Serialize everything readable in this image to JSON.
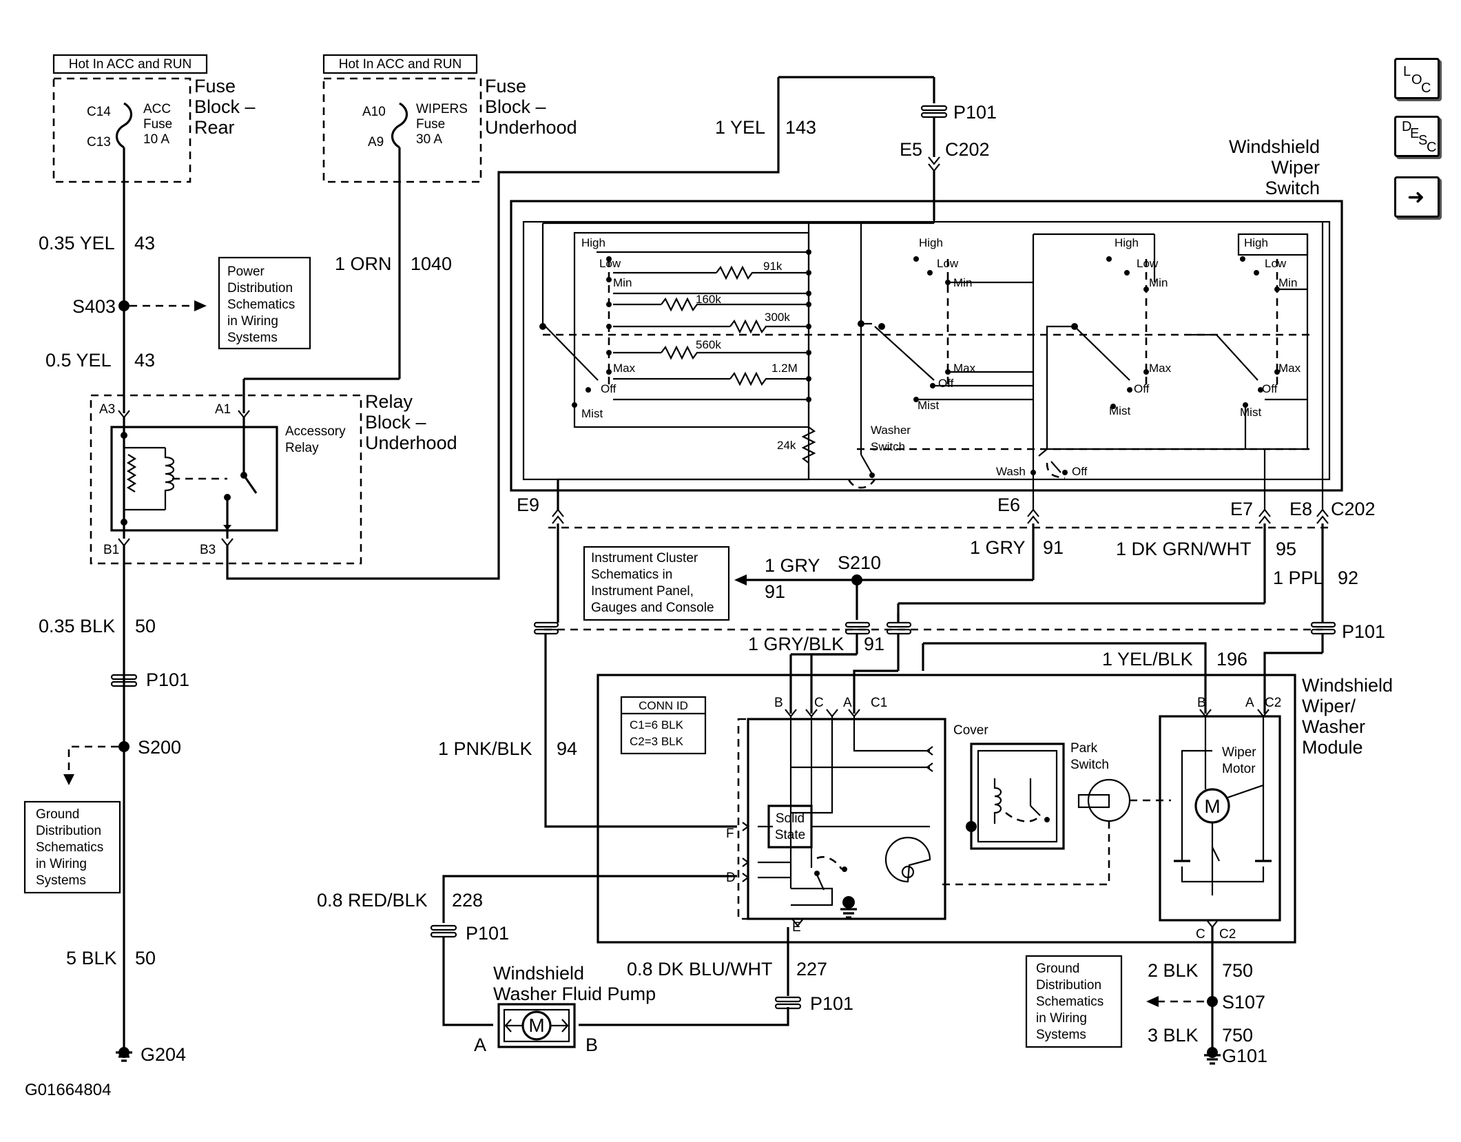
{
  "fuse_rear": {
    "hot_label": "Hot In ACC and RUN",
    "pin_top": "C14",
    "pin_bottom": "C13",
    "fuse_name": "ACC",
    "fuse_word": "Fuse",
    "fuse_amp": "10 A",
    "block_line1": "Fuse",
    "block_line2": "Block –",
    "block_line3": "Rear"
  },
  "fuse_underhood": {
    "hot_label": "Hot In ACC and RUN",
    "pin_top": "A10",
    "pin_bottom": "A9",
    "fuse_name": "WIPERS",
    "fuse_word": "Fuse",
    "fuse_amp": "30 A",
    "block_line1": "Fuse",
    "block_line2": "Block –",
    "block_line3": "Underhood"
  },
  "wires": {
    "yel_035": "0.35 YEL",
    "c43a": "43",
    "yel_05": "0.5 YEL",
    "c43b": "43",
    "orn": "1 ORN",
    "c1040": "1040",
    "yel_1": "1 YEL",
    "c143": "143",
    "blk_035": "0.35 BLK",
    "c50a": "50",
    "blk_5": "5 BLK",
    "c50b": "50",
    "gry_91_top": "1 GRY",
    "c91_top": "91",
    "dkgrn": "1 DK GRN/WHT",
    "c95": "95",
    "ppl": "1 PPL",
    "c92": "92",
    "gry_s210": "1 GRY",
    "c91_s210": "91",
    "gryblk": "1 GRY/BLK",
    "c91_gb": "91",
    "yelblk": "1 YEL/BLK",
    "c196": "196",
    "pnkblk": "1 PNK/BLK",
    "c94": "94",
    "redblk": "0.8 RED/BLK",
    "c228": "228",
    "dkblu": "0.8 DK BLU/WHT",
    "c227": "227",
    "blk_2": "2 BLK",
    "c750a": "750",
    "blk_3": "3 BLK",
    "c750b": "750"
  },
  "splices": {
    "s403": "S403",
    "s200": "S200",
    "s210": "S210",
    "s107": "S107"
  },
  "grounds": {
    "g204": "G204",
    "g101": "G101"
  },
  "connectors": {
    "p101": "P101",
    "e5": "E5",
    "c202": "C202",
    "e9": "E9",
    "e6": "E6",
    "e7": "E7",
    "e8": "E8",
    "c2": "C2",
    "c1": "C1"
  },
  "power_ref": {
    "l1": "Power",
    "l2": "Distribution",
    "l3": "Schematics",
    "l4": "in Wiring",
    "l5": "Systems"
  },
  "ground_ref": {
    "l1": "Ground",
    "l2": "Distribution",
    "l3": "Schematics",
    "l4": "in Wiring",
    "l5": "Systems"
  },
  "cluster_ref": {
    "l1": "Instrument Cluster",
    "l2": "Schematics in",
    "l3": "Instrument Panel,",
    "l4": "Gauges and Console"
  },
  "relay_block": {
    "l1": "Relay",
    "l2": "Block –",
    "l3": "Underhood",
    "relay1": "Accessory",
    "relay2": "Relay",
    "a3": "A3",
    "a1": "A1",
    "b1": "B1",
    "b3": "B3"
  },
  "switch": {
    "title1": "Windshield",
    "title2": "Wiper",
    "title3": "Switch",
    "high": "High",
    "low": "Low",
    "min": "Min",
    "max": "Max",
    "off": "Off",
    "mist": "Mist",
    "r91": "91k",
    "r160": "160k",
    "r300": "300k",
    "r560": "560k",
    "r12": "1.2M",
    "r24": "24k",
    "washer1": "Washer",
    "washer2": "Switch",
    "wash": "Wash"
  },
  "module": {
    "title1": "Windshield",
    "title2": "Wiper/",
    "title3": "Washer",
    "title4": "Module",
    "conn_id": "CONN ID",
    "conn_c1": "C1=6 BLK",
    "conn_c2": "C2=3 BLK",
    "cover": "Cover",
    "park1": "Park",
    "park2": "Switch",
    "solid1": "Solid",
    "solid2": "State",
    "motor1": "Wiper",
    "motor2": "Motor",
    "motor_m": "M",
    "pin_b": "B",
    "pin_c": "C",
    "pin_a": "A",
    "pin_f": "F",
    "pin_d": "D",
    "pin_e": "E"
  },
  "pump": {
    "title1": "Windshield",
    "title2": "Washer Fluid Pump",
    "m": "M",
    "pin_a": "A",
    "pin_b": "B"
  },
  "nav": {
    "loc_l": "L",
    "loc_o": "O",
    "loc_c": "C",
    "desc_d": "D",
    "desc_e": "E",
    "desc_s": "S",
    "desc_c": "C",
    "next_arrow": "➜"
  },
  "figure_id": "G01664804"
}
